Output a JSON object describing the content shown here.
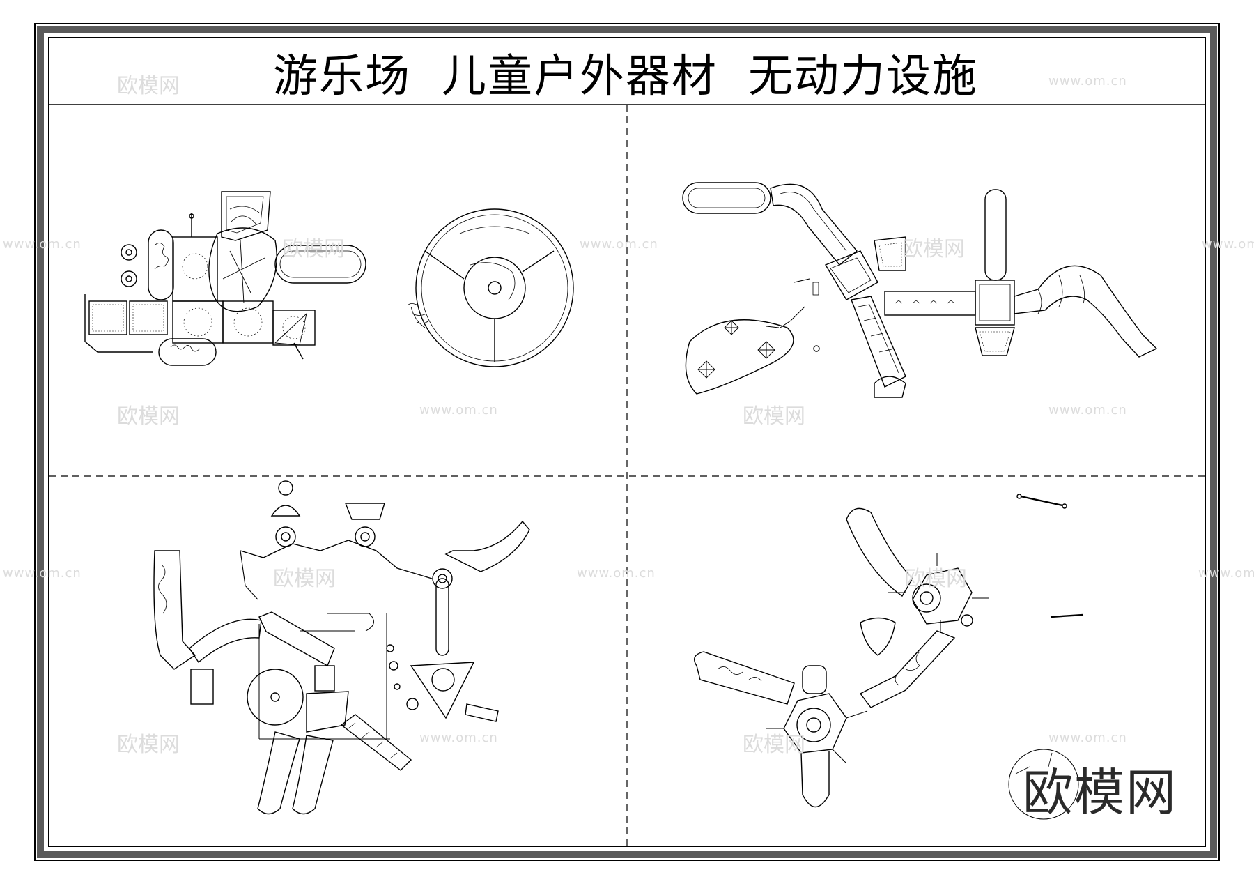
{
  "sheet": {
    "title_parts": [
      "游乐场",
      "儿童户外器材",
      "无动力设施"
    ],
    "brand": "欧模网",
    "watermark_cn": "欧模网",
    "watermark_url": "www.om.cn"
  },
  "colors": {
    "frame_outer": "#000000",
    "frame_band": "#5a5a5a",
    "line": "#000000",
    "watermark": "#dcdcdc",
    "background": "#ffffff"
  },
  "quadrants": [
    {
      "id": "top-left",
      "content": "playground-equipment-plan-1"
    },
    {
      "id": "top-right",
      "content": "playground-equipment-plan-2"
    },
    {
      "id": "bottom-left",
      "content": "playground-equipment-plan-3"
    },
    {
      "id": "bottom-right",
      "content": "playground-equipment-plan-4"
    }
  ]
}
